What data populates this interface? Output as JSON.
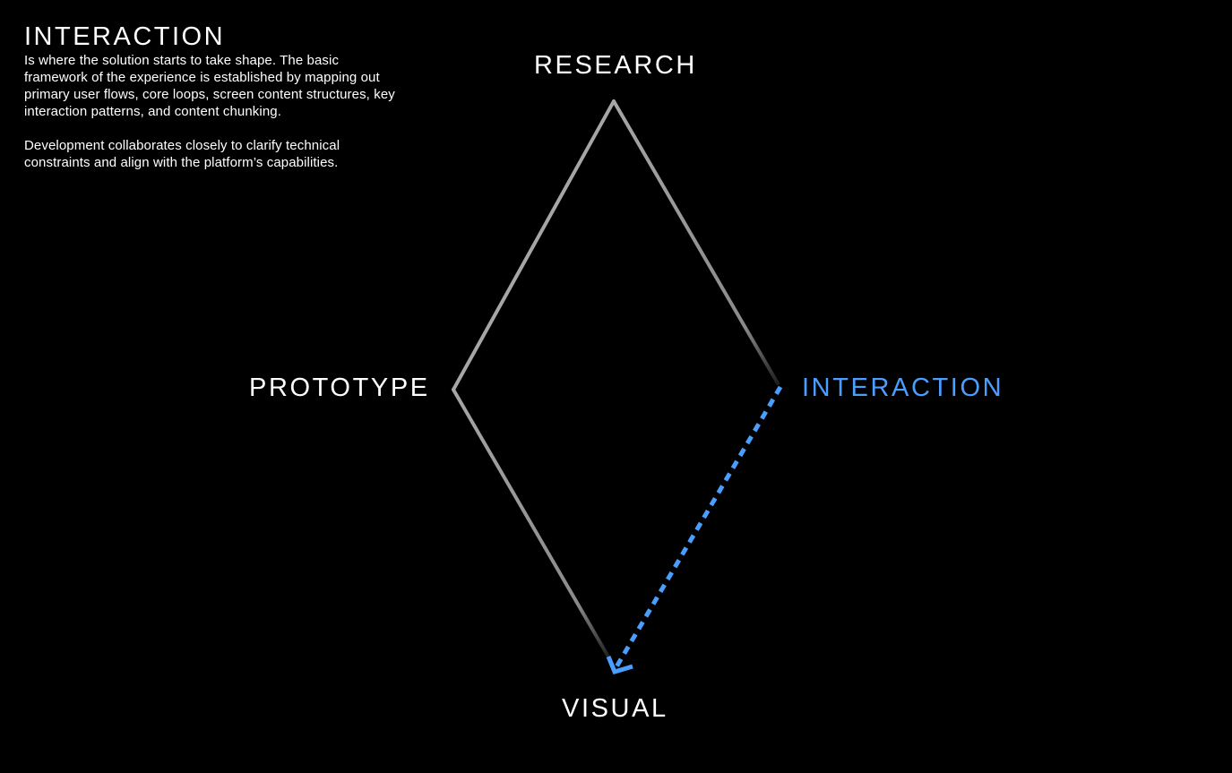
{
  "info": {
    "title": "INTERACTION",
    "paragraphs": [
      "Is where the solution starts to take shape. The basic framework of the experience is established by mapping out primary user flows, core loops, screen content structures, key interaction patterns, and content chunking.",
      "Development collaborates closely to clarify technical constraints and align with the platform’s capabilities."
    ]
  },
  "diagram": {
    "nodes": {
      "research": "RESEARCH",
      "prototype": "PROTOTYPE",
      "interaction": "INTERACTION",
      "visual": "VISUAL"
    },
    "active_node": "interaction",
    "active_path": "interaction-to-visual"
  },
  "colors": {
    "background": "#000000",
    "text": "#ffffff",
    "accent": "#4a9eff",
    "edge": "#a6a6a6"
  }
}
